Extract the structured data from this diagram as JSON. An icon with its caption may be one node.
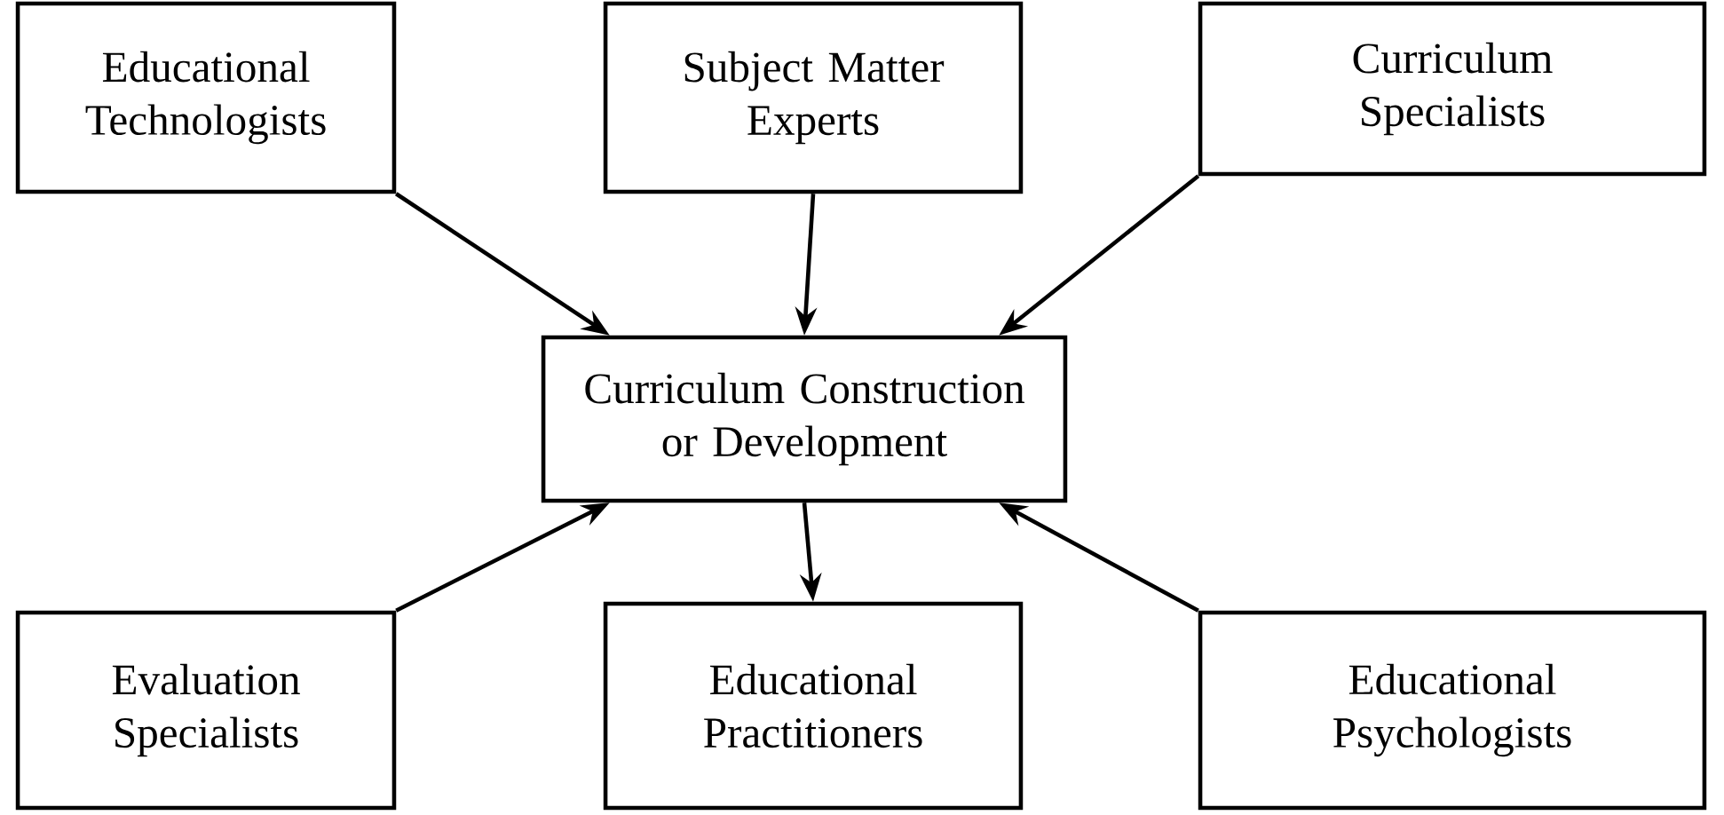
{
  "diagram": {
    "nodes": [
      {
        "text": [
          "Educational Technologists"
        ]
      },
      {
        "text": [
          "Subject Matter Experts"
        ]
      },
      {
        "text": [
          "Curriculum Specialists"
        ]
      },
      {
        "text": [
          "Curriculum Construction or Development"
        ]
      },
      {
        "text": [
          "Evaluation Specialists"
        ]
      },
      {
        "text": [
          "Educational Practitioners"
        ]
      },
      {
        "text": [
          "Educational Psychologists"
        ]
      }
    ],
    "edges": [
      {
        "from": 0,
        "to": 3,
        "arrow": "to"
      },
      {
        "from": 1,
        "to": 3,
        "arrow": "to"
      },
      {
        "from": 2,
        "to": 3,
        "arrow": "to"
      },
      {
        "from": 3,
        "to": 5,
        "arrow": "to"
      },
      {
        "from": 4,
        "to": 3,
        "arrow": "to"
      },
      {
        "from": 6,
        "to": 3,
        "arrow": "to"
      }
    ]
  }
}
